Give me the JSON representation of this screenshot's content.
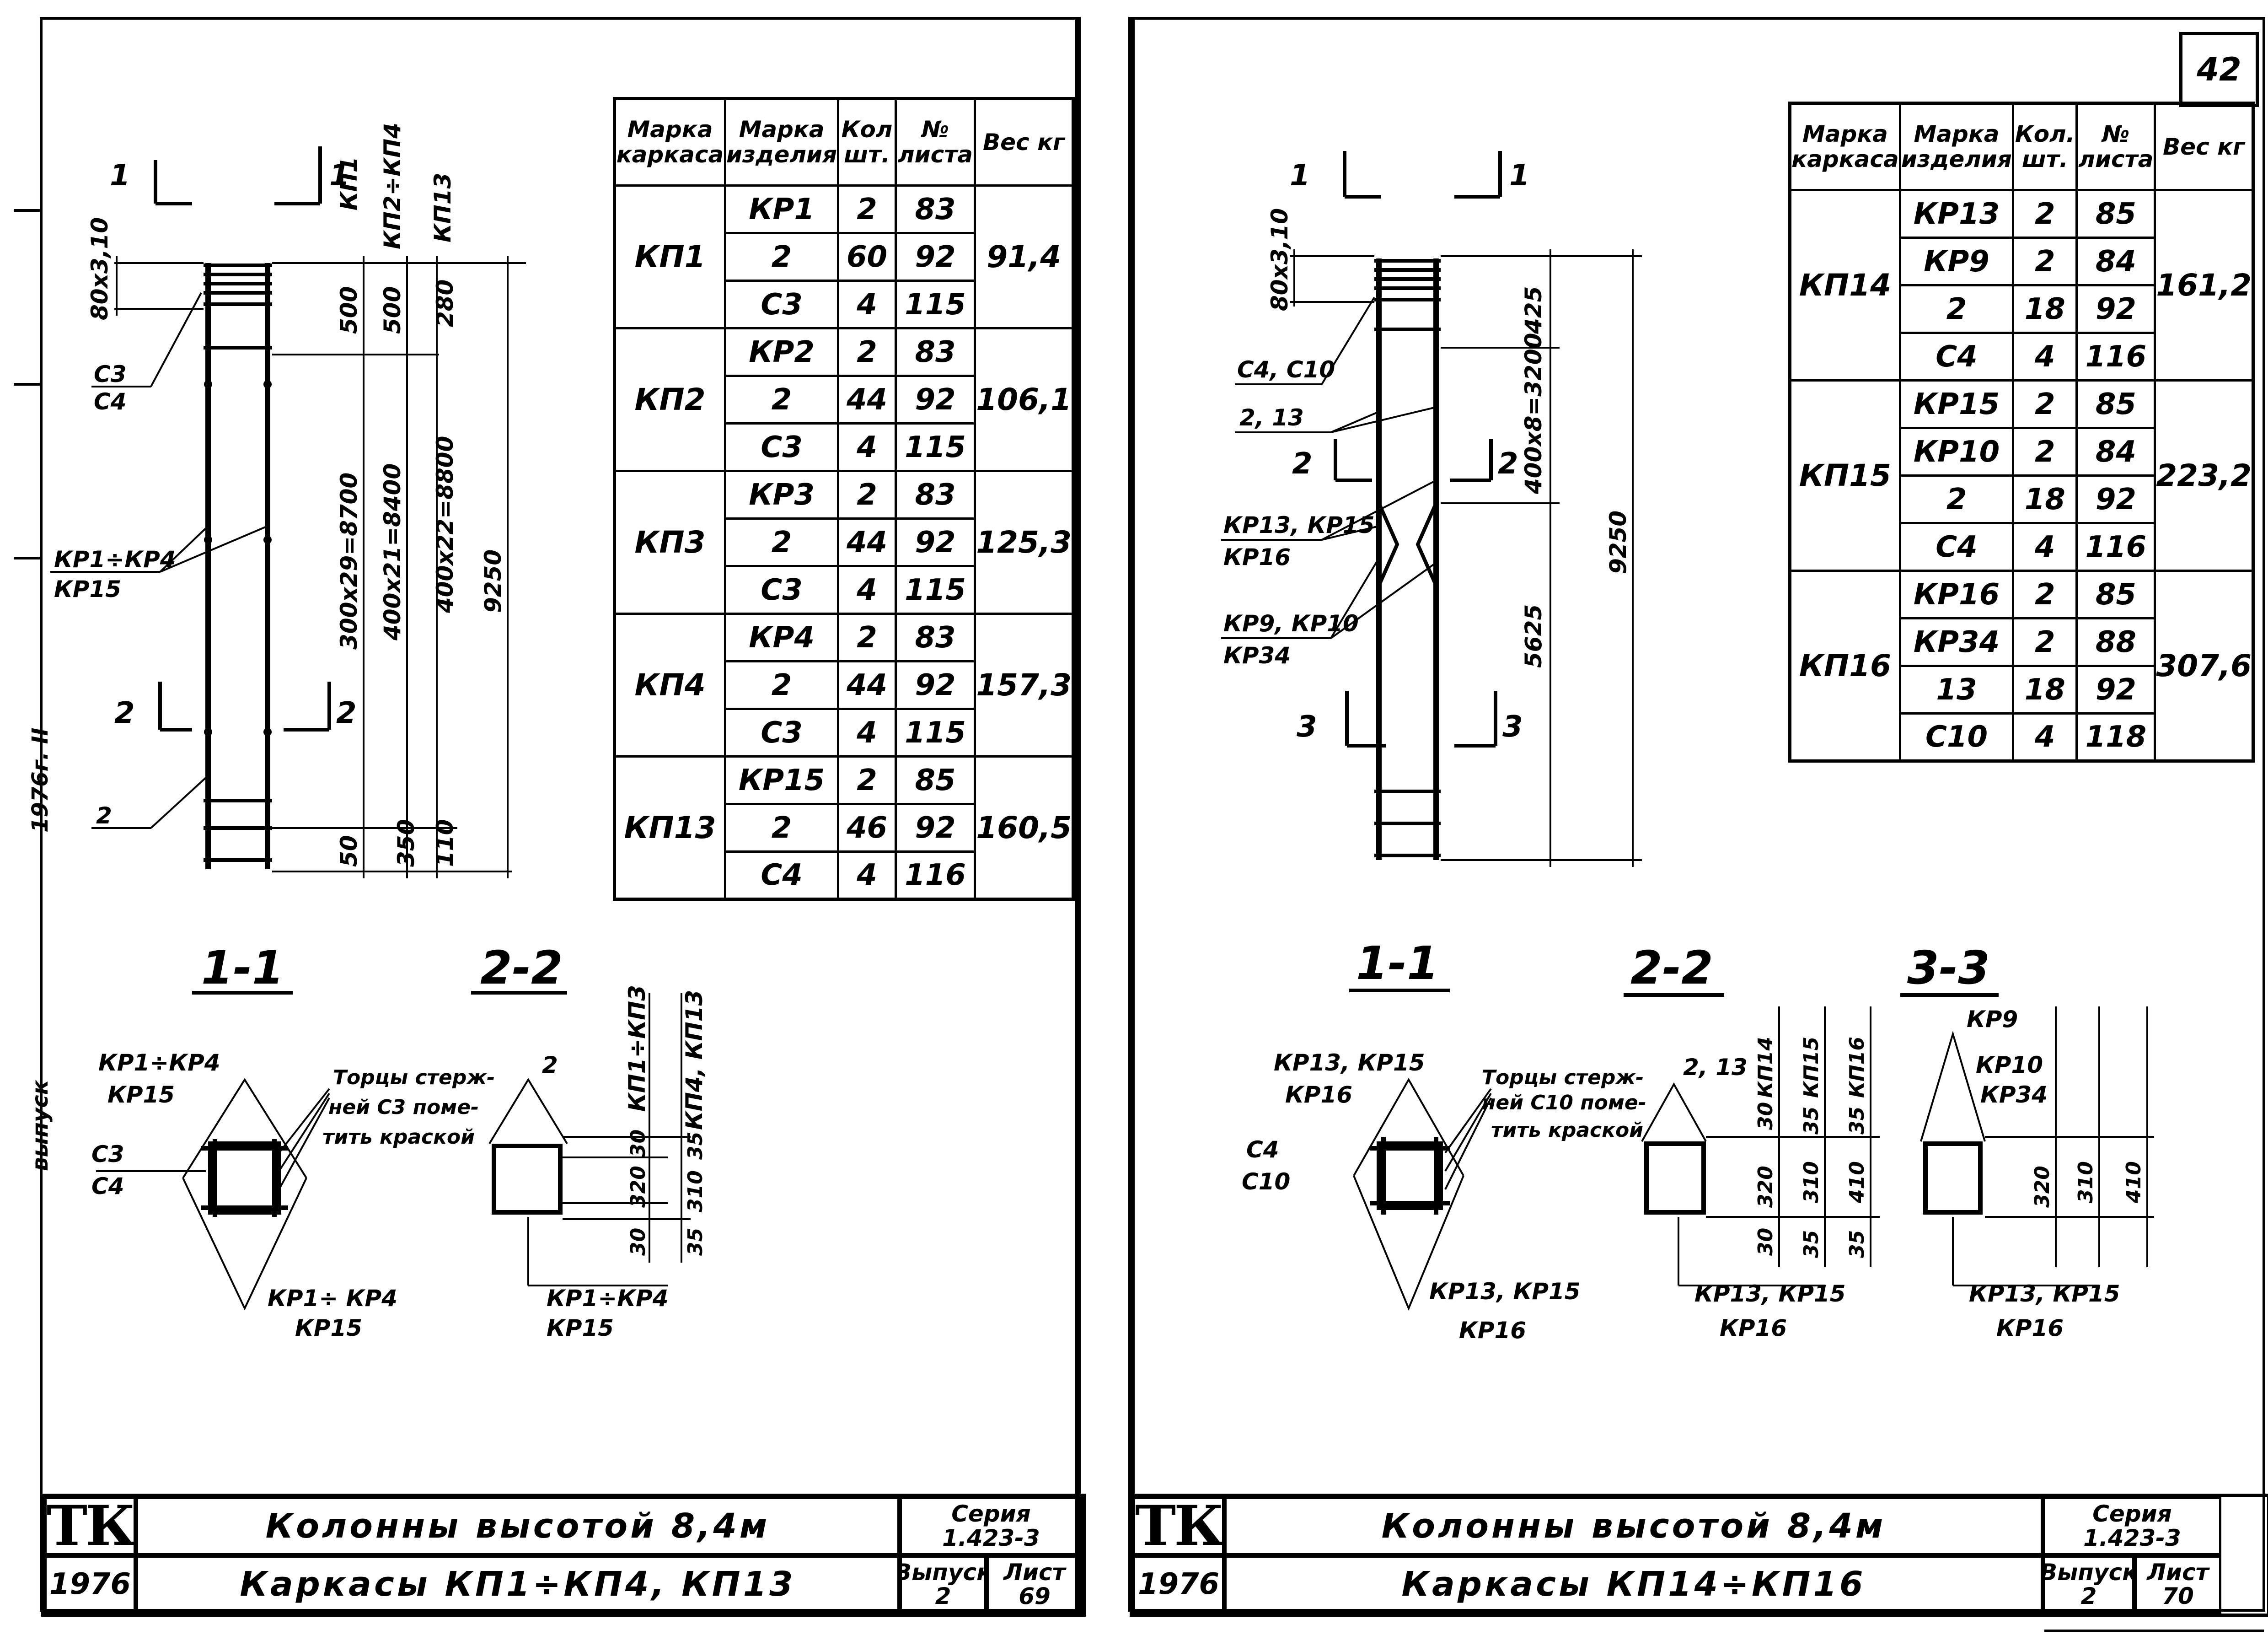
{
  "page_number": "42",
  "margin_notes": [
    "1976г. II",
    "выпуск"
  ],
  "table_headers": {
    "left": [
      "Марка каркаса",
      "Марка изделия",
      "Кол шт.",
      "№ листа",
      "Вес кг"
    ],
    "right": [
      "Марка каркаса",
      "Марка изделия",
      "Кол. шт.",
      "№ листа",
      "Вес кг"
    ]
  },
  "left": {
    "table": [
      {
        "frame": "КП1",
        "weight": "91,4",
        "rows": [
          [
            "КР1",
            "2",
            "83"
          ],
          [
            "2",
            "60",
            "92"
          ],
          [
            "С3",
            "4",
            "115"
          ]
        ]
      },
      {
        "frame": "КП2",
        "weight": "106,1",
        "rows": [
          [
            "КР2",
            "2",
            "83"
          ],
          [
            "2",
            "44",
            "92"
          ],
          [
            "С3",
            "4",
            "115"
          ]
        ]
      },
      {
        "frame": "КП3",
        "weight": "125,3",
        "rows": [
          [
            "КР3",
            "2",
            "83"
          ],
          [
            "2",
            "44",
            "92"
          ],
          [
            "С3",
            "4",
            "115"
          ]
        ]
      },
      {
        "frame": "КП4",
        "weight": "157,3",
        "rows": [
          [
            "КР4",
            "2",
            "83"
          ],
          [
            "2",
            "44",
            "92"
          ],
          [
            "С3",
            "4",
            "115"
          ]
        ]
      },
      {
        "frame": "КП13",
        "weight": "160,5",
        "rows": [
          [
            "КР15",
            "2",
            "85"
          ],
          [
            "2",
            "46",
            "92"
          ],
          [
            "С4",
            "4",
            "116"
          ]
        ]
      }
    ],
    "title_block": {
      "logo": "ТК",
      "year": "1976",
      "line1": "Колонны высотой 8,4м",
      "line2": "Каркасы КП1÷КП4, КП13",
      "series_label": "Серия",
      "series": "1.423-3",
      "issue_label": "Выпуск",
      "issue": "2",
      "sheet_label": "Лист",
      "sheet": "69"
    },
    "drawing": {
      "sections": [
        "1-1",
        "2-2"
      ],
      "cut_marks": [
        "1",
        "1",
        "2",
        "2"
      ],
      "labels": [
        "80х3,10",
        "С3",
        "С4",
        "КР1÷КР4",
        "КР15",
        "2",
        "КП1",
        "КП2÷КП4",
        "КП13",
        "500",
        "500",
        "280",
        "300х29=8700",
        "400х21=8400",
        "400х22=8800",
        "9250",
        "50",
        "350",
        "110"
      ],
      "section_labels": [
        "КР1÷КР4",
        "КР15",
        "С3",
        "С4",
        "Торцы стерж-",
        "ней С3 поме-",
        "тить краской",
        "КР1÷ КР4",
        "КР15",
        "2",
        "КП1÷КП3",
        "КП4, КП13",
        "30",
        "320",
        "30",
        "35",
        "310",
        "35",
        "КР1÷КР4",
        "КР15"
      ]
    }
  },
  "right": {
    "table": [
      {
        "frame": "КП14",
        "weight": "161,2",
        "rows": [
          [
            "КР13",
            "2",
            "85"
          ],
          [
            "КР9",
            "2",
            "84"
          ],
          [
            "2",
            "18",
            "92"
          ],
          [
            "С4",
            "4",
            "116"
          ]
        ]
      },
      {
        "frame": "КП15",
        "weight": "223,2",
        "rows": [
          [
            "КР15",
            "2",
            "85"
          ],
          [
            "КР10",
            "2",
            "84"
          ],
          [
            "2",
            "18",
            "92"
          ],
          [
            "С4",
            "4",
            "116"
          ]
        ]
      },
      {
        "frame": "КП16",
        "weight": "307,6",
        "rows": [
          [
            "КР16",
            "2",
            "85"
          ],
          [
            "КР34",
            "2",
            "88"
          ],
          [
            "13",
            "18",
            "92"
          ],
          [
            "С10",
            "4",
            "118"
          ]
        ]
      }
    ],
    "title_block": {
      "logo": "ТК",
      "year": "1976",
      "line1": "Колонны высотой 8,4м",
      "line2": "Каркасы КП14÷КП16",
      "series_label": "Серия",
      "series": "1.423-3",
      "issue_label": "Выпуск",
      "issue": "2",
      "sheet_label": "Лист",
      "sheet": "70"
    },
    "drawing": {
      "sections": [
        "1-1",
        "2-2",
        "3-3"
      ],
      "cut_marks": [
        "1",
        "1",
        "2",
        "2",
        "3",
        "3"
      ],
      "labels": [
        "80х3,10",
        "С4, С10",
        "2, 13",
        "КР13, КР15",
        "КР16",
        "КР9, КР10",
        "КР34",
        "425",
        "400х8=3200",
        "9250",
        "5625"
      ],
      "section_labels": [
        "КР13, КР15",
        "КР16",
        "С4",
        "С10",
        "Торцы стерж-",
        "ней С10 поме-",
        "тить краской",
        "КР13, КР15",
        "КР16",
        "2, 13",
        "30",
        "320",
        "30",
        "КП14",
        "35",
        "310",
        "35",
        "КП15",
        "35",
        "410",
        "35",
        "КП16",
        "КР13, КР15",
        "КР16",
        "КР9",
        "КР10",
        "КР34",
        "320",
        "310",
        "410",
        "КР13, КР15",
        "КР16"
      ]
    }
  }
}
